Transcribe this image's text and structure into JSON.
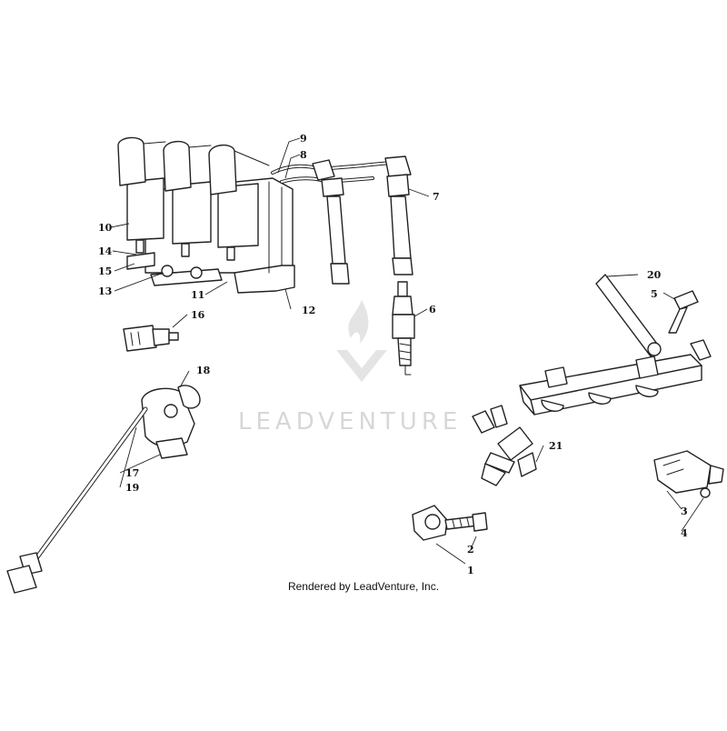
{
  "watermark": {
    "text": "LEADVENTURE"
  },
  "credit": "Rendered by LeadVenture, Inc.",
  "callouts": {
    "c1": "1",
    "c2": "2",
    "c3": "3",
    "c4": "4",
    "c5": "5",
    "c6": "6",
    "c7": "7",
    "c8": "8",
    "c9": "9",
    "c10": "10",
    "c11": "11",
    "c12": "12",
    "c13": "13",
    "c14": "14",
    "c15": "15",
    "c16": "16",
    "c17": "17",
    "c18": "18",
    "c19": "19",
    "c20": "20",
    "c21": "21"
  }
}
